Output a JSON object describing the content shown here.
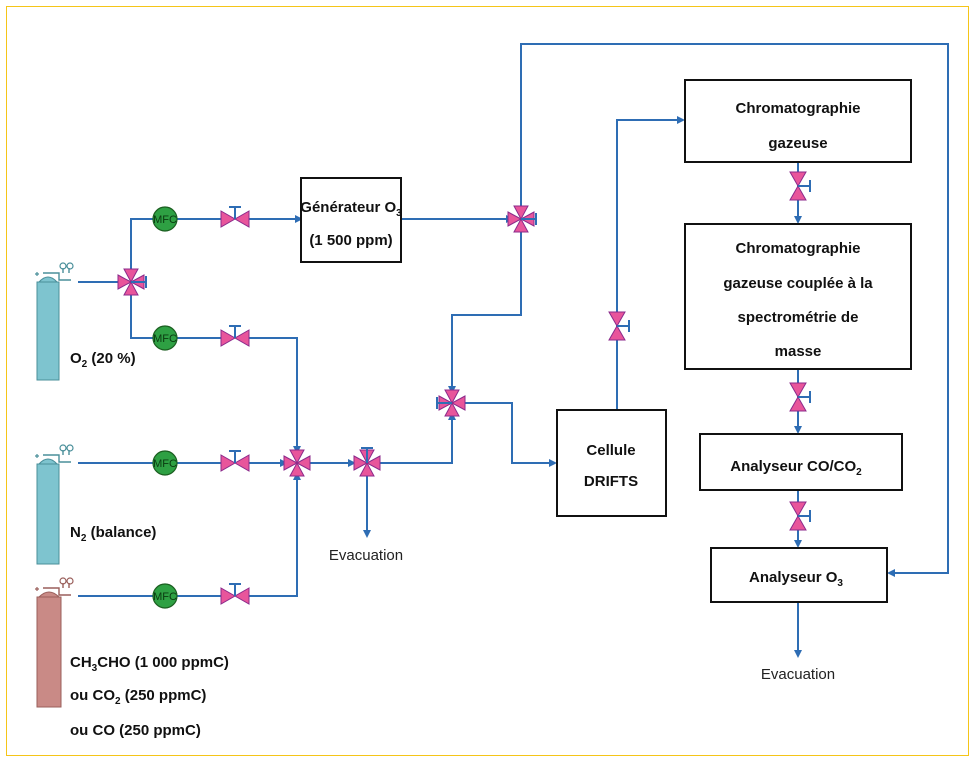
{
  "colors": {
    "frame": "#f5c518",
    "pipe": "#2e6db4",
    "valve": "#e8559b",
    "valve_stroke": "#8b2a8b",
    "mfc": "#2ea043",
    "cylinder_o2": "#7ec4cf",
    "cylinder_n2": "#7ec4cf",
    "cylinder_voc": "#c98a86"
  },
  "icons": {
    "valve": "bowtie-valve-icon",
    "three_way_valve": "three-way-valve-icon",
    "mfc": "mass-flow-controller-icon",
    "cylinder": "gas-cylinder-icon"
  },
  "mfc_label": "MFC",
  "sources": {
    "o2": {
      "main": "O",
      "sub": "2",
      "rest": " (20 %)"
    },
    "n2": {
      "main": "N",
      "sub": "2",
      "rest": " (balance)"
    },
    "voc_line1": {
      "a": "CH",
      "sub1": "3",
      "b": "CHO (1 000 ppmC)"
    },
    "voc_line2": {
      "a": "ou CO",
      "sub1": "2",
      "b": " (250 ppmC)"
    },
    "voc_line3": "ou CO (250 ppmC)"
  },
  "boxes": {
    "generateur": {
      "line1_main": "Générateur O",
      "line1_sub": "3",
      "line2": "(1 500 ppm)"
    },
    "cellule": {
      "line1": "Cellule",
      "line2": "DRIFTS"
    },
    "chromato": {
      "line1": "Chromatographie",
      "line2": "gazeuse"
    },
    "chromato_ms": {
      "line1": "Chromatographie",
      "line2": "gazeuse couplée à la",
      "line3": "spectrométrie de",
      "line4": "masse"
    },
    "analyseur_co": {
      "main": "Analyseur CO/CO",
      "sub": "2"
    },
    "analyseur_o3": {
      "main": "Analyseur O",
      "sub": "3"
    }
  },
  "evacuation_left": "Evacuation",
  "evacuation_right": "Evacuation"
}
